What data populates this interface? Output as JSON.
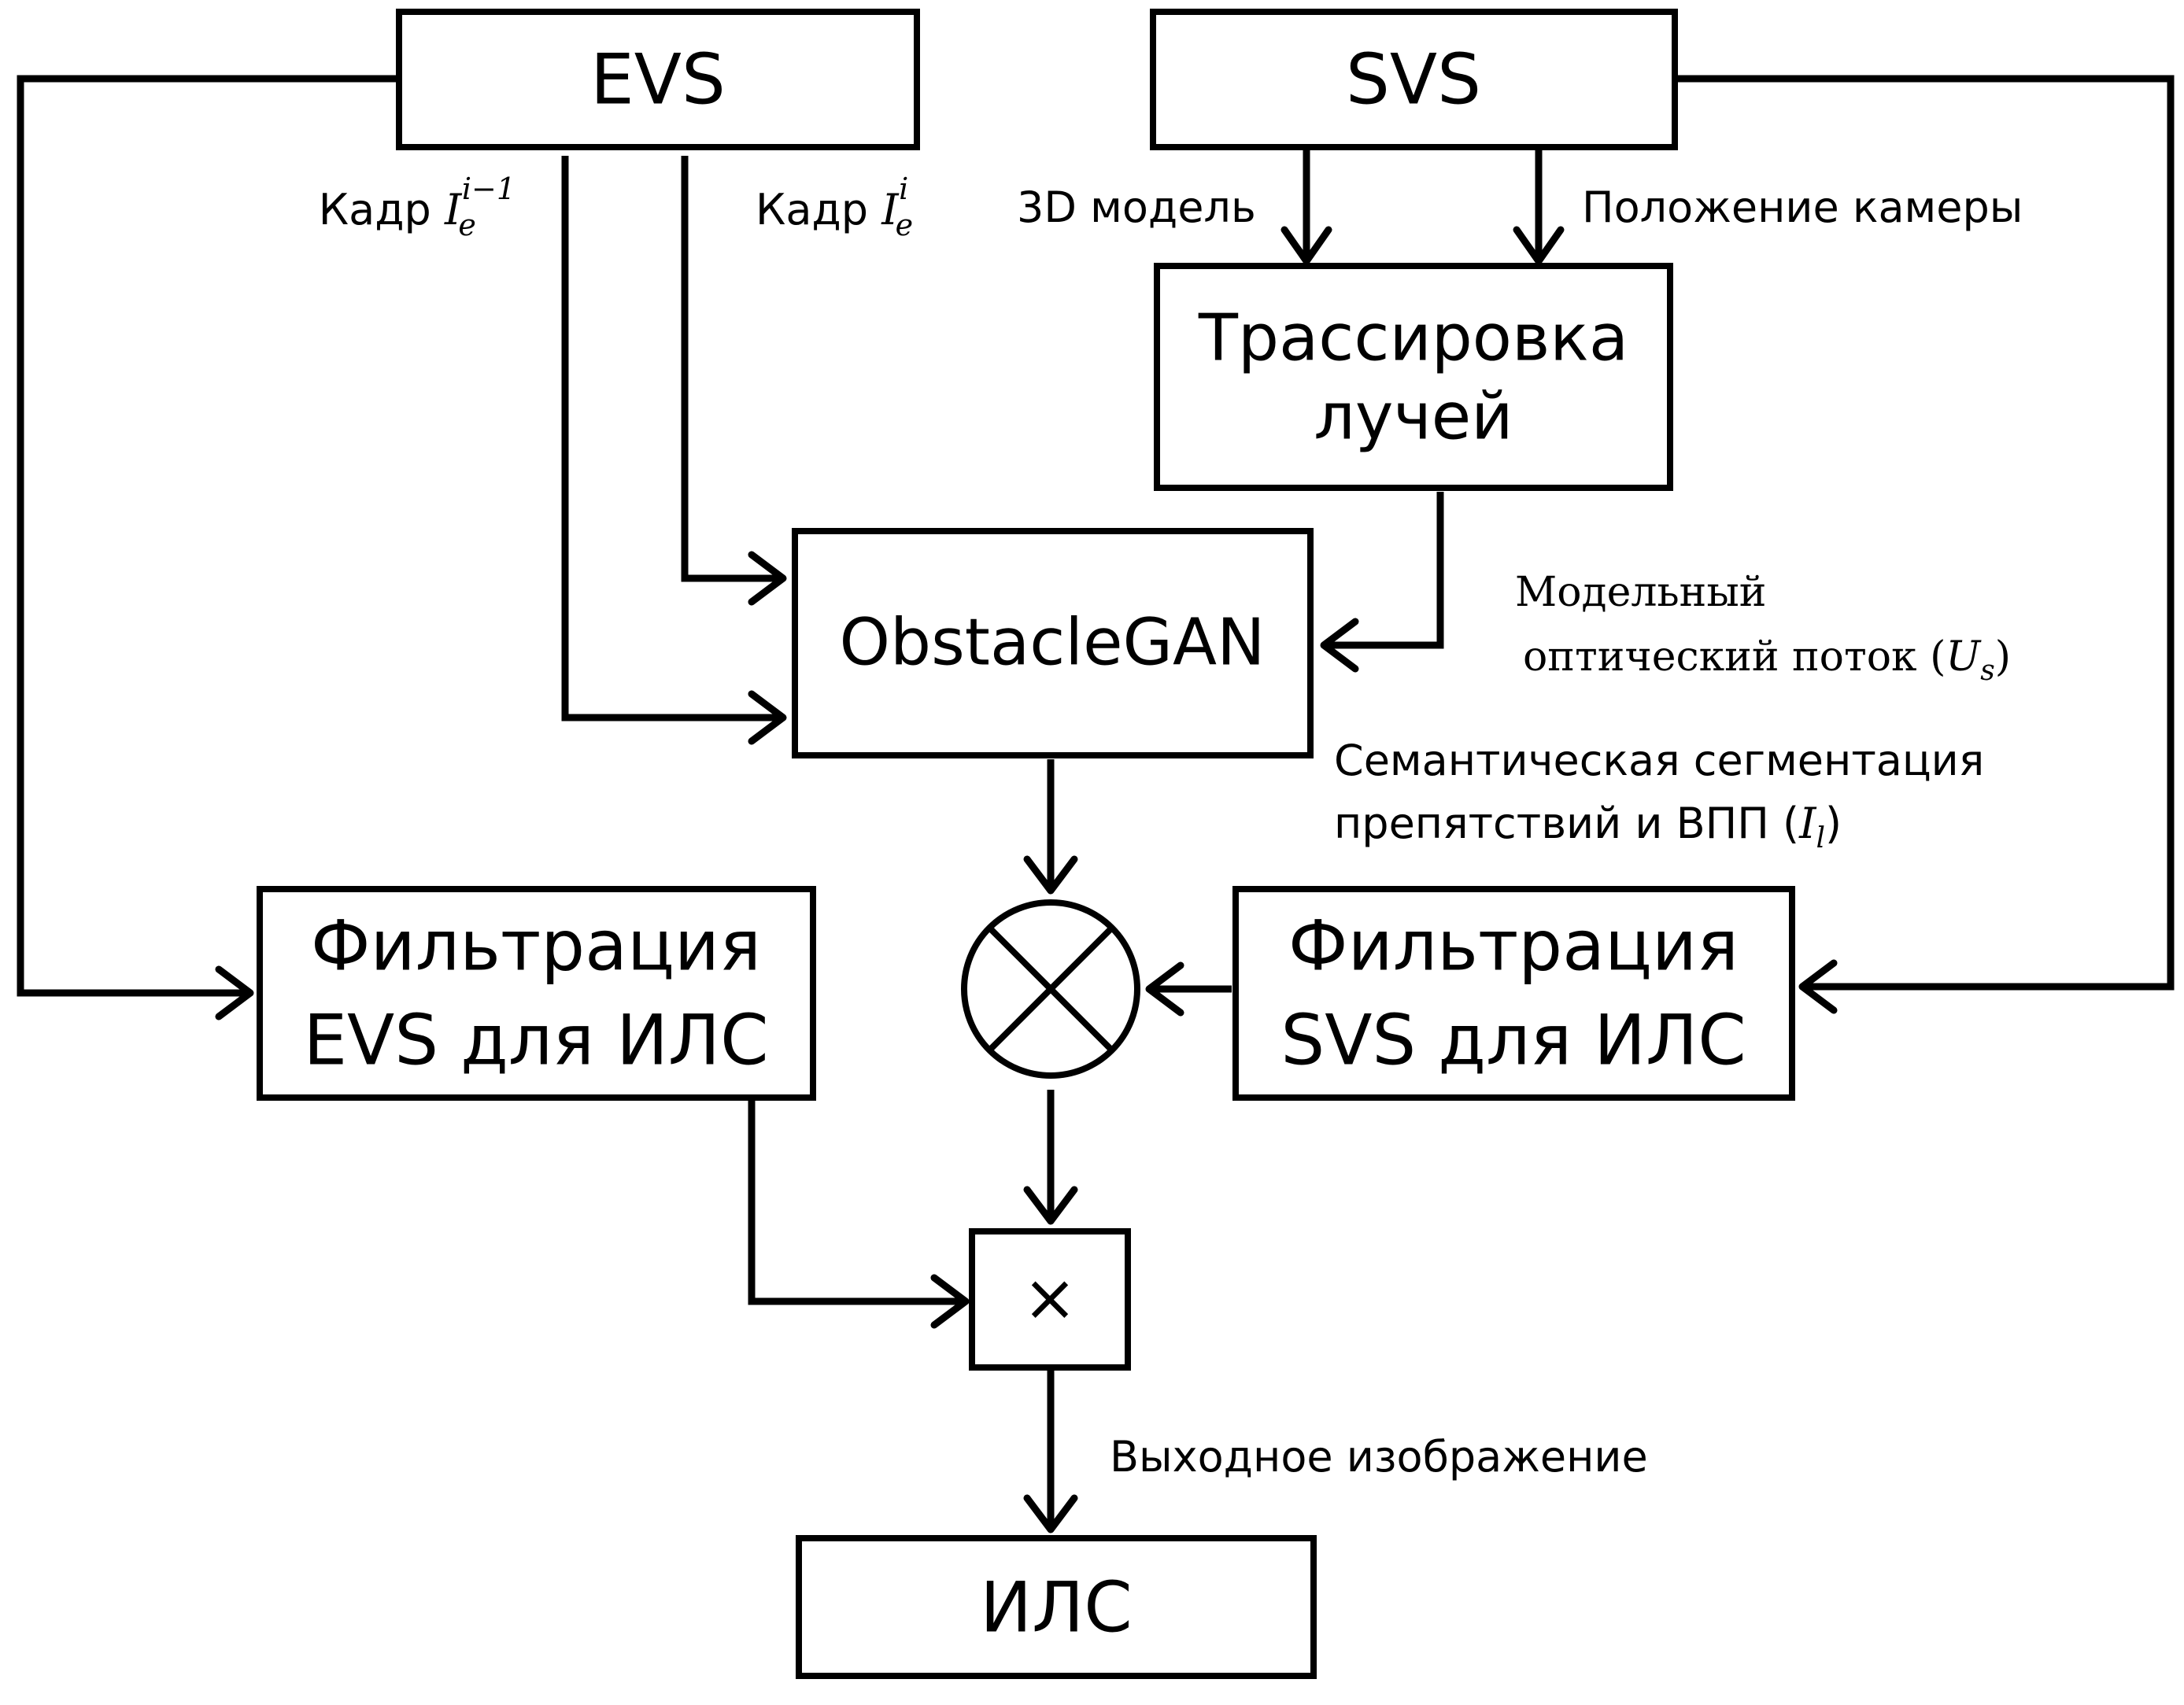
{
  "blocks": {
    "evs": "EVS",
    "svs": "SVS",
    "ray_tracing": [
      "Трассировка",
      "лучей"
    ],
    "obstacle_gan": "ObstacleGAN",
    "evs_filter": [
      "Фильтрация",
      "EVS для ИЛС"
    ],
    "svs_filter": [
      "Фильтрация",
      "SVS для ИЛС"
    ],
    "multiplier": "×",
    "hud": "ИЛС"
  },
  "labels": {
    "frame_prev": {
      "text": "Кадр ",
      "var": "I",
      "sub": "e",
      "sup": "i−1"
    },
    "frame_curr": {
      "text": "Кадр ",
      "var": "I",
      "sub": "e",
      "sup": "i"
    },
    "model_3d": "3D модель",
    "camera_pose": "Положение камеры",
    "optical_flow": {
      "line1": "Модельный",
      "line2": "оптический поток (",
      "var": "U",
      "sub": "s",
      "close": ")"
    },
    "segmentation": {
      "line1": "Семантическая сегментация",
      "line2": "препятствий и ВПП (",
      "var": "I",
      "sub": "l",
      "close": ")"
    },
    "output_image": "Выходное изображение"
  }
}
